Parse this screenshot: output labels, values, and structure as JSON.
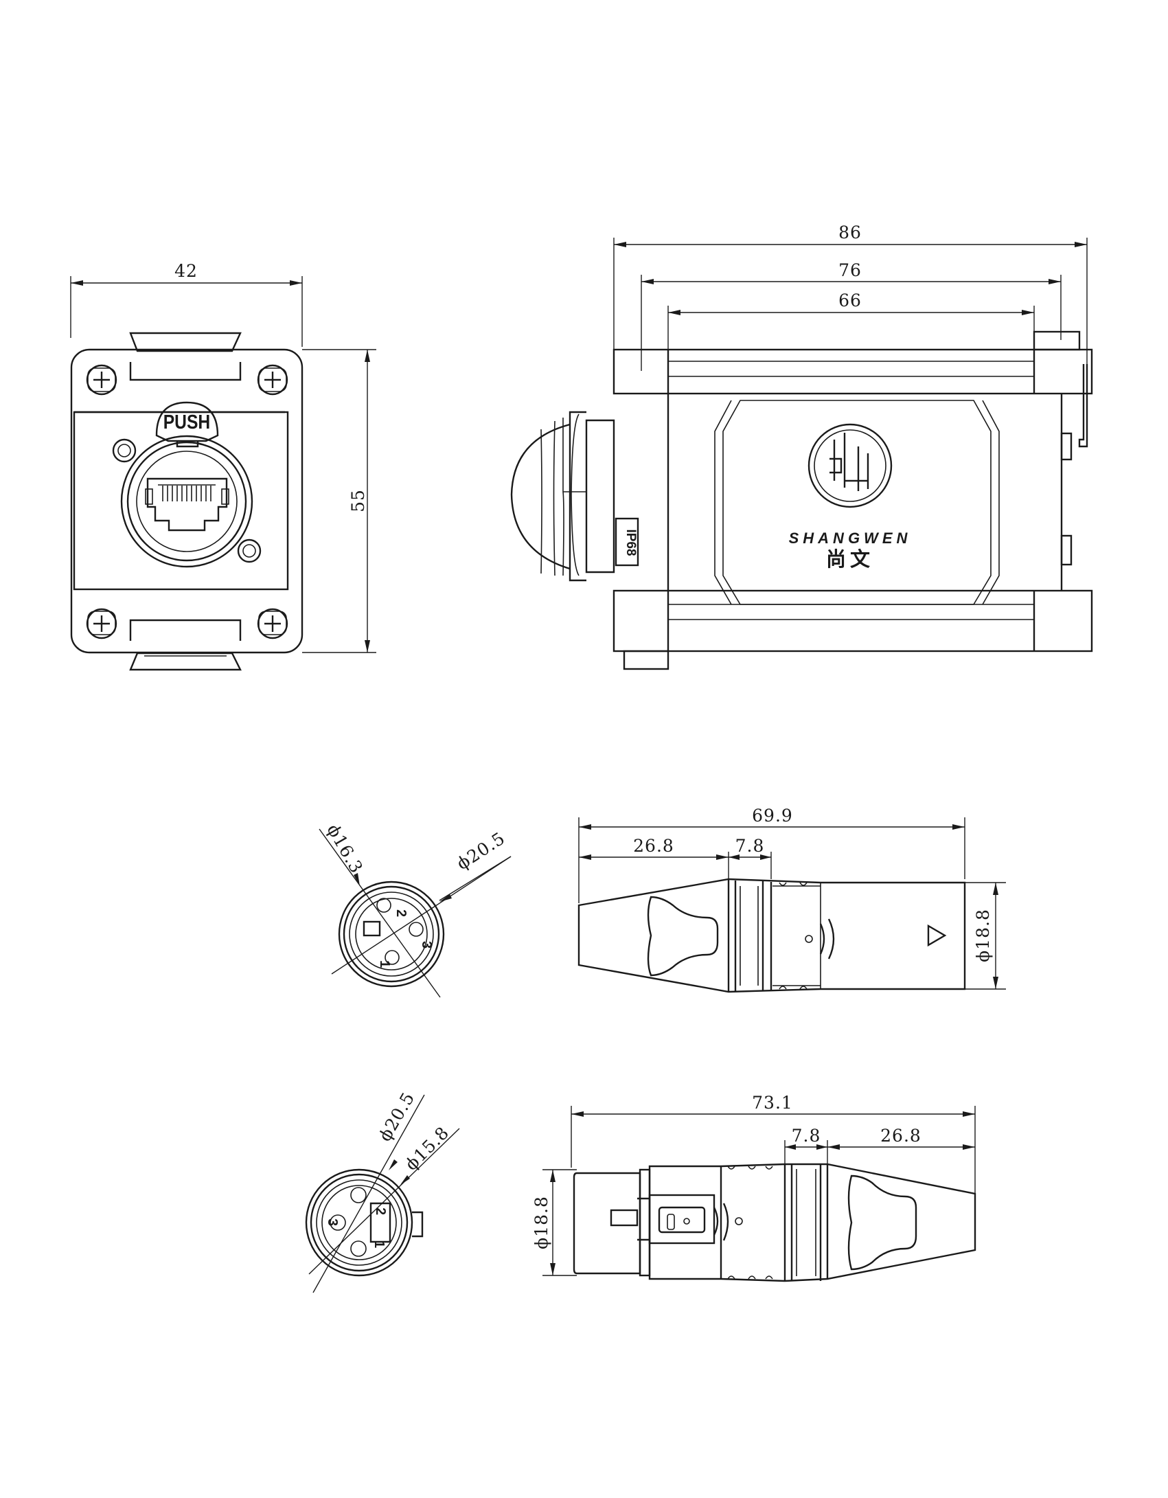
{
  "panel_front": {
    "push_label": "PUSH",
    "width": "42",
    "height": "55"
  },
  "panel_side": {
    "d_overall": "86",
    "d_mid": "76",
    "d_inner": "66",
    "ip_rating": "IP68",
    "brand": "SHANGWEN",
    "brand_cn": "尚文"
  },
  "male_front": {
    "d_inner": "ϕ16.3",
    "d_outer": "ϕ20.5",
    "pins": [
      "1",
      "2",
      "3"
    ]
  },
  "male_side": {
    "length": "69.9",
    "rear": "26.8",
    "grip": "7.8",
    "diameter": "ϕ18.8"
  },
  "female_front": {
    "d_outer": "ϕ20.5",
    "d_inner": "ϕ15.8",
    "pins": [
      "1",
      "2",
      "3"
    ]
  },
  "female_side": {
    "length": "73.1",
    "grip": "7.8",
    "rear": "26.8",
    "diameter": "ϕ18.8"
  }
}
